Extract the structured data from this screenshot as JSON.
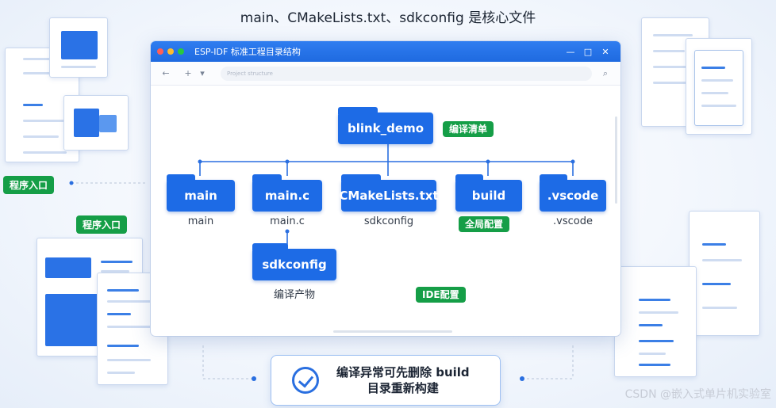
{
  "header": {
    "title": "main、CMakeLists.txt、sdkconfig 是核心文件"
  },
  "window": {
    "title": "ESP-IDF 标准工程目录结构",
    "address_placeholder": "Project structure",
    "controls": {
      "minimize": "—",
      "maximize": "□",
      "close": "✕"
    },
    "nav": {
      "back": "←",
      "forward": "+",
      "dropdown": "▾",
      "search": "⌕"
    }
  },
  "tree": {
    "root": "blink_demo",
    "root_tag": "编译清单",
    "children": [
      {
        "label": "main",
        "caption": "main"
      },
      {
        "label": "main.c",
        "caption": "main.c"
      },
      {
        "label": "CMakeLists.txt",
        "caption": "sdkconfig"
      },
      {
        "label": "build",
        "tag": "全局配置"
      },
      {
        "label": ".vscode",
        "caption": ".vscode"
      }
    ],
    "sub": {
      "label": "sdkconfig",
      "caption": "编译产物"
    },
    "ide_tag": "IDE配置"
  },
  "side_tags": {
    "left_top": "程序入口",
    "left_mid": "程序入口"
  },
  "note": {
    "line1": "编译异常可先删除 build",
    "line2": "目录重新构建"
  },
  "watermark": "CSDN @嵌入式单片机实验室",
  "colors": {
    "accent": "#1d6be6",
    "tag_green": "#159e47",
    "titlebar": "#2f7df0"
  }
}
